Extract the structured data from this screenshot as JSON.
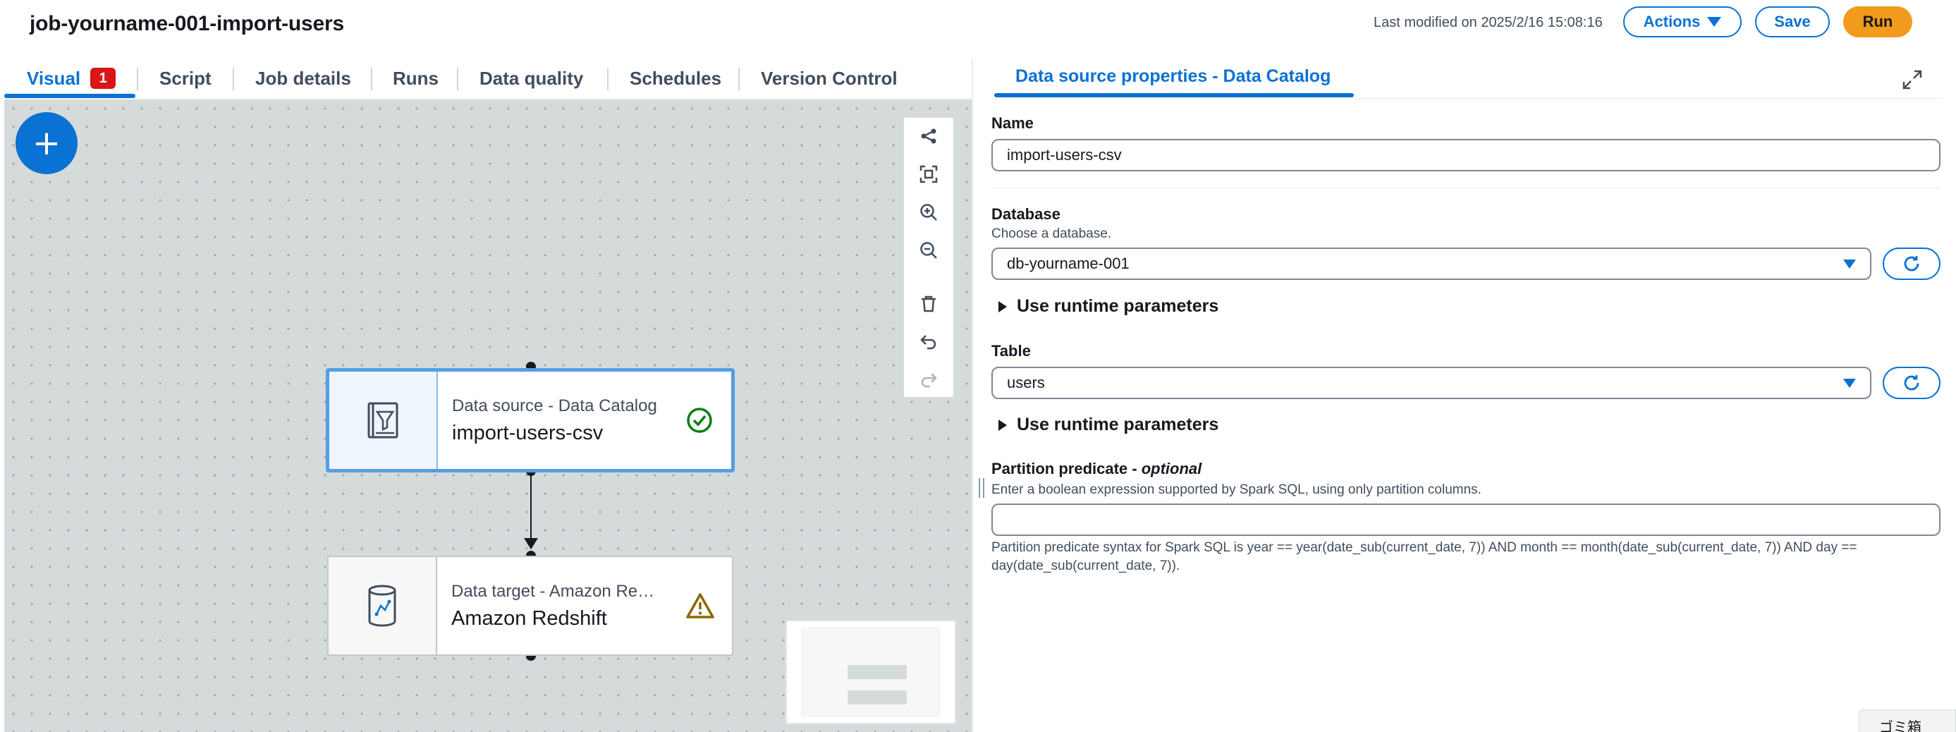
{
  "header": {
    "job_title": "job-yourname-001-import-users",
    "last_modified": "Last modified on 2025/2/16 15:08:16",
    "actions_label": "Actions",
    "save_label": "Save",
    "run_label": "Run"
  },
  "tabs": [
    {
      "label": "Visual",
      "badge": "1",
      "active": true
    },
    {
      "label": "Script"
    },
    {
      "label": "Job details"
    },
    {
      "label": "Runs"
    },
    {
      "label": "Data quality"
    },
    {
      "label": "Schedules"
    },
    {
      "label": "Version Control"
    }
  ],
  "canvas": {
    "add_label": "+",
    "toolbar_icons": [
      "layout-icon",
      "fit-to-screen-icon",
      "zoom-in-icon",
      "zoom-out-icon",
      "delete-icon",
      "undo-icon",
      "redo-icon"
    ],
    "nodes": [
      {
        "type": "Data source - Data Catalog",
        "name": "import-users-csv",
        "status": "check-circle-icon",
        "selected": true
      },
      {
        "type": "Data target - Amazon Redshift",
        "name": "Amazon Redshift",
        "status": "warning-icon"
      }
    ]
  },
  "panel": {
    "tab_label": "Data source properties - Data Catalog",
    "name": {
      "label": "Name",
      "value": "import-users-csv"
    },
    "database": {
      "label": "Database",
      "description": "Choose a database.",
      "value": "db-yourname-001"
    },
    "runtime_params_label": "Use runtime parameters",
    "table": {
      "label": "Table",
      "value": "users"
    },
    "partition": {
      "label": "Partition predicate - ",
      "label_optional": "optional",
      "description": "Enter a boolean expression supported by Spark SQL, using only partition columns.",
      "value": "",
      "hint": "Partition predicate syntax for Spark SQL is year == year(date_sub(current_date, 7)) AND month == month(date_sub(current_date, 7)) AND day == day(date_sub(current_date, 7))."
    }
  },
  "trash_label": "ゴミ箱",
  "colors": {
    "accent": "#0972d3",
    "run": "#f29a1b",
    "error_badge": "#d91515",
    "success": "#037f0c",
    "warning": "#8d6605"
  }
}
